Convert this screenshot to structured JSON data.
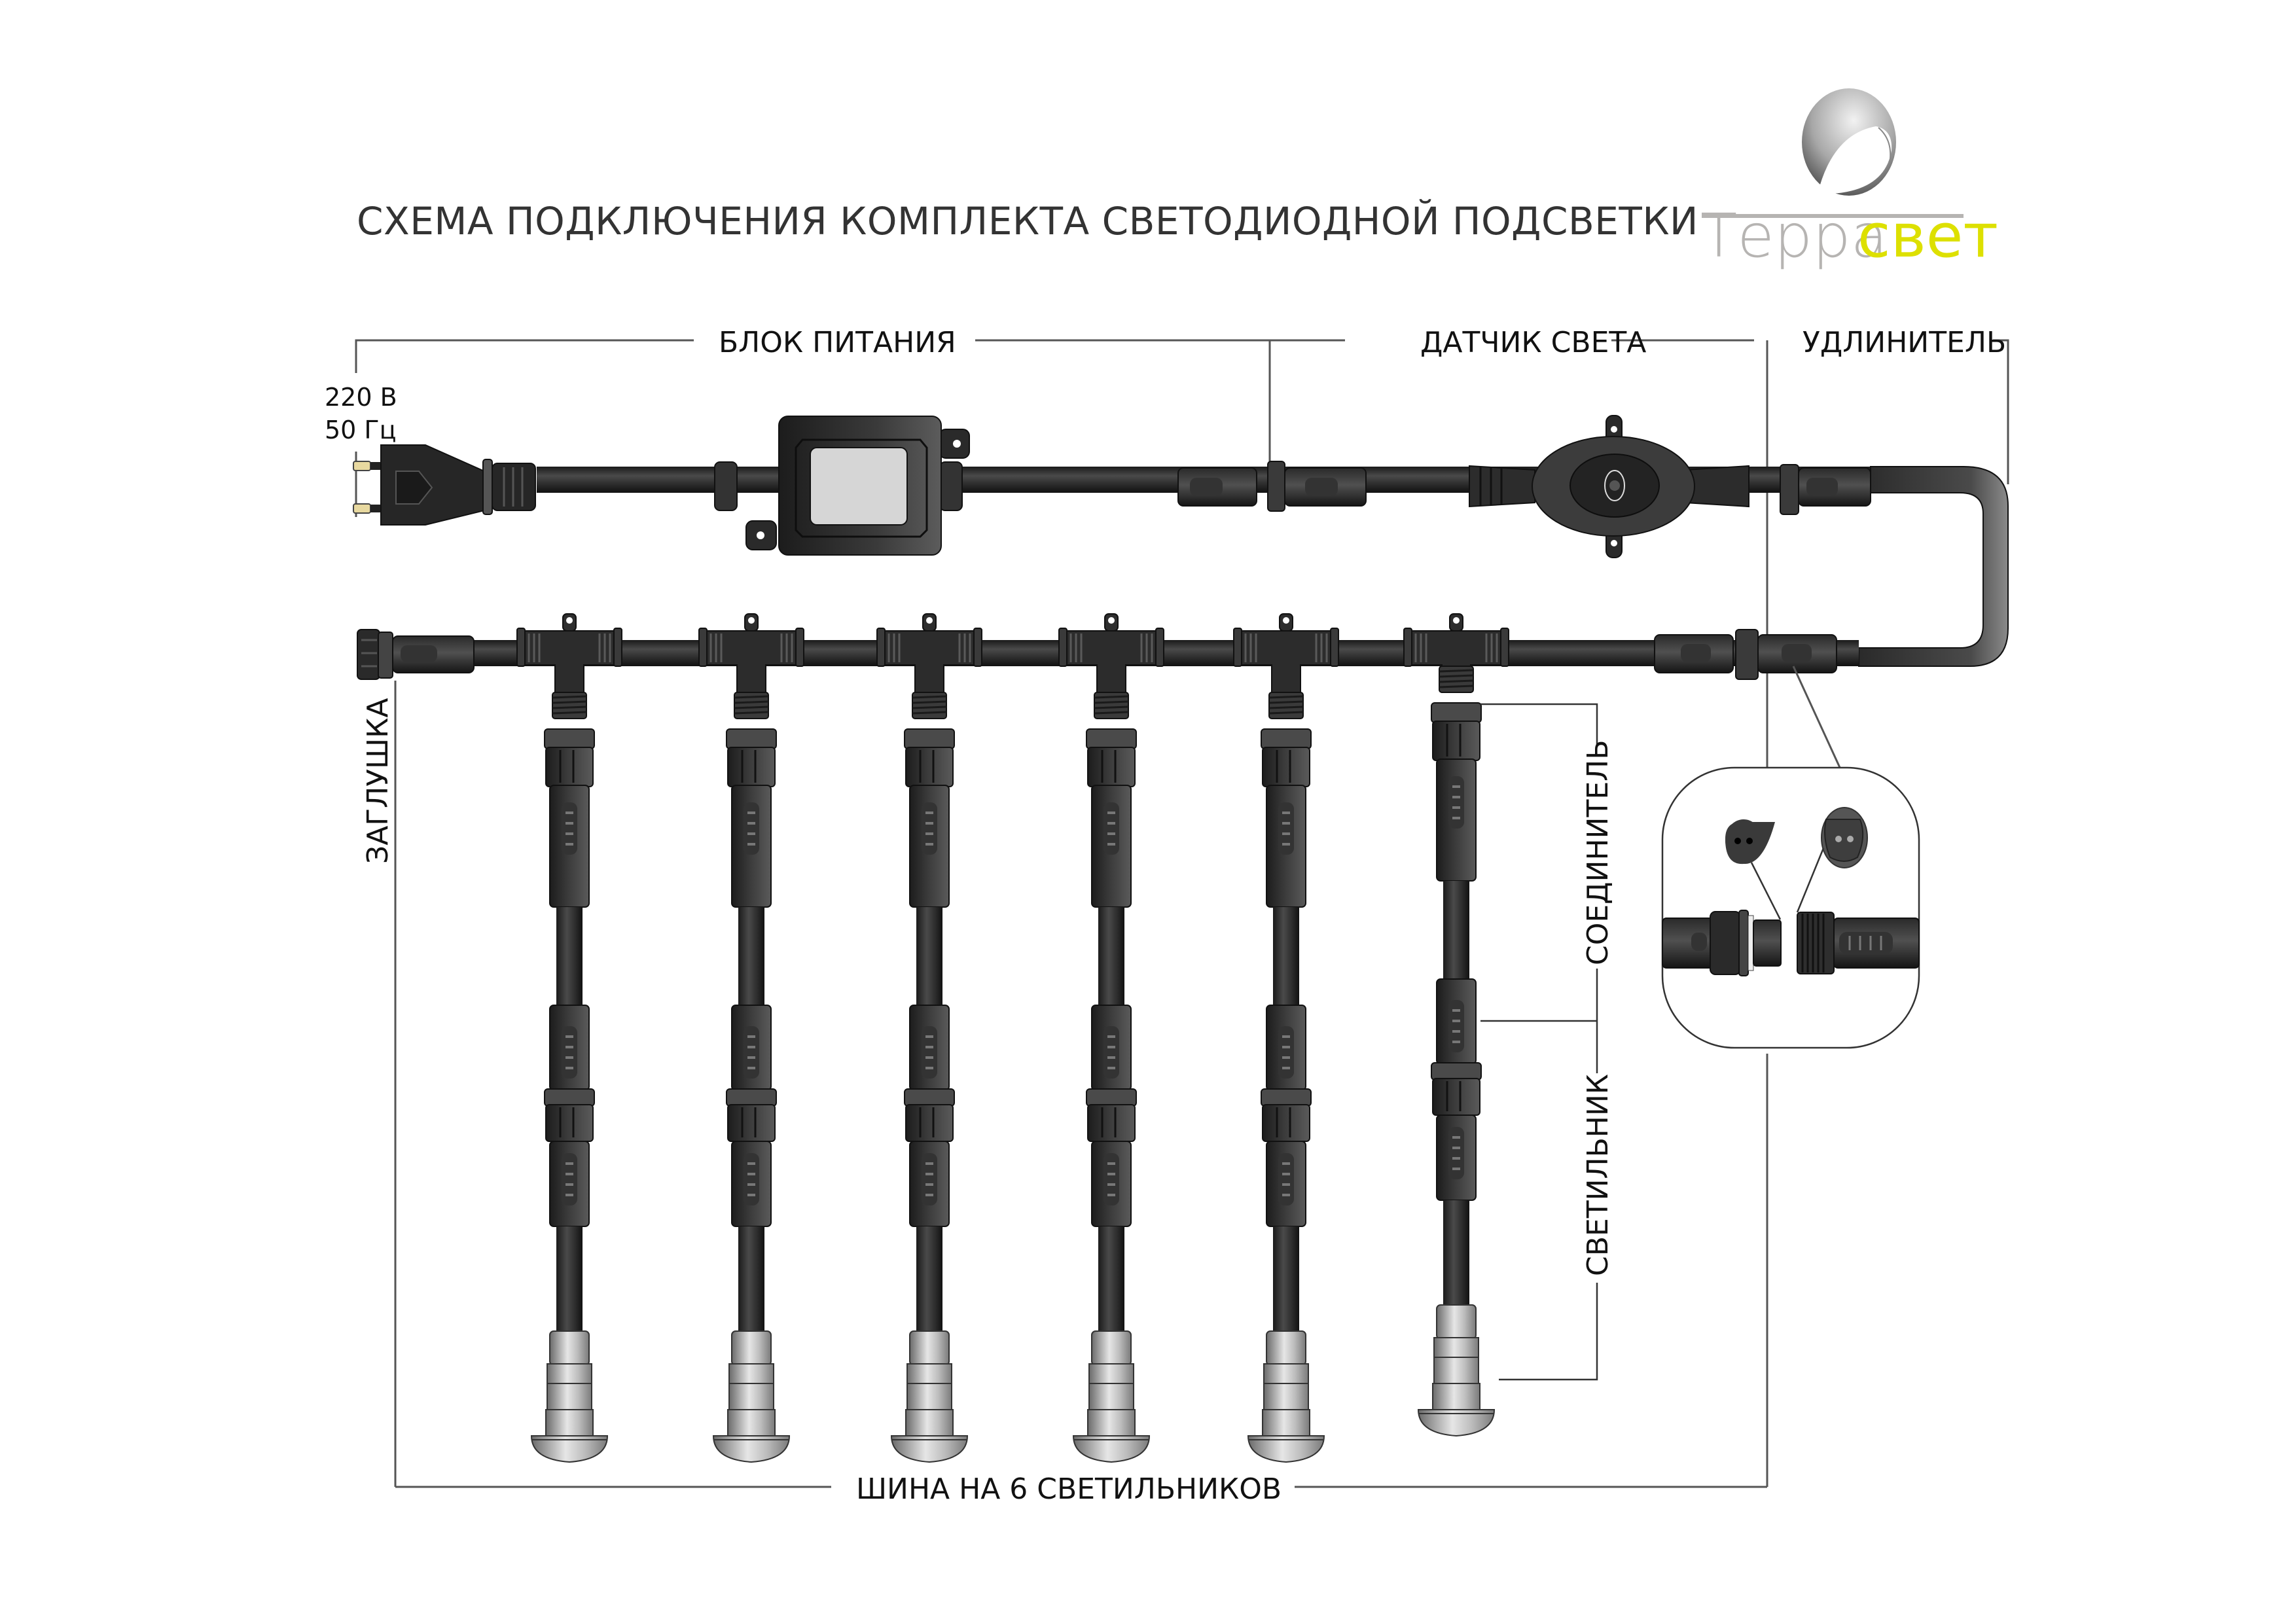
{
  "title": "СХЕМА ПОДКЛЮЧЕНИЯ КОМПЛЕКТА СВЕТОДИОДНОЙ ПОДСВЕТКИ",
  "logo": {
    "part1": "Терра",
    "part2": "свет",
    "colors": {
      "gray": "#b6b4b2",
      "accent": "#dde000"
    }
  },
  "labels": {
    "power_supply": "БЛОК ПИТАНИЯ",
    "light_sensor": "ДАТЧИК СВЕТА",
    "extension": "УДЛИНИТЕЛЬ",
    "voltage": "220 В",
    "frequency": "50 Гц",
    "end_cap": "ЗАГЛУШКА",
    "connector": "СОЕДИНИТЕЛЬ",
    "luminaire": "СВЕТИЛЬНИК",
    "bus": "ШИНА НА 6 СВЕТИЛЬНИКОВ"
  },
  "components": {
    "plug": "euro-plug-icon",
    "power_unit": "power-supply-icon",
    "sensor": "light-sensor-icon",
    "tee_count": 6,
    "luminaire_count": 6
  },
  "colors": {
    "cable": "#2b2b2b",
    "cable_highlight": "#555555",
    "metal": "#b8b8b8",
    "pins": "#e8d9a0",
    "leader_lines": "#555555"
  }
}
